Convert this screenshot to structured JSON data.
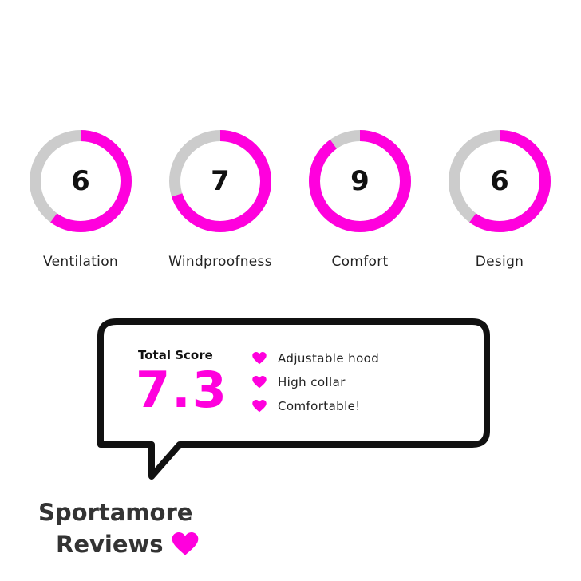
{
  "ratings": [
    {
      "label": "Ventilation",
      "value": "6",
      "score": 6,
      "max": 10
    },
    {
      "label": "Windproofness",
      "value": "7",
      "score": 7,
      "max": 10
    },
    {
      "label": "Comfort",
      "value": "9",
      "score": 9,
      "max": 10
    },
    {
      "label": "Design",
      "value": "6",
      "score": 6,
      "max": 10
    }
  ],
  "total": {
    "label": "Total Score",
    "value": "7.3"
  },
  "features": [
    {
      "text": "Adjustable hood"
    },
    {
      "text": "High collar"
    },
    {
      "text": "Comfortable!"
    }
  ],
  "brand": {
    "line1": "Sportamore",
    "line2": "Reviews"
  },
  "icons": {
    "bullet": "heart-icon",
    "brand": "heart-icon"
  },
  "colors": {
    "accent": "#ff00dd",
    "track": "#cccccc",
    "outline": "#111111"
  }
}
